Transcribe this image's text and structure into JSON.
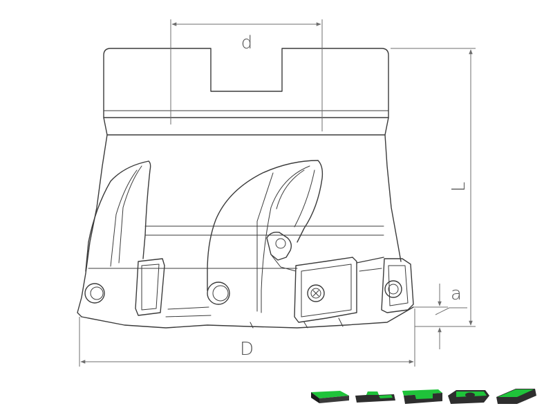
{
  "dimensions": {
    "d": "d",
    "D": "D",
    "L": "L",
    "a": "a"
  },
  "insert_icons": {
    "count": 5,
    "accent": "#1fc33a",
    "body_color": "#2e2e2e"
  }
}
